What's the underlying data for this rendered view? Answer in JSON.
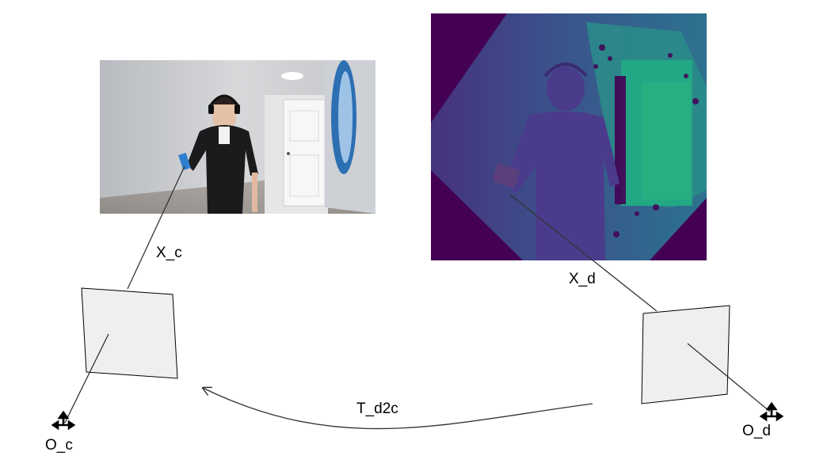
{
  "labels": {
    "ray_color_cam": "X_c",
    "ray_depth_cam": "X_d",
    "transform": "T_d2c",
    "origin_color": "O_c",
    "origin_depth": "O_d"
  },
  "images": {
    "rgb_frame": "rgb-photo-person-in-hallway",
    "depth_frame": "depth-map-viridis-colormap"
  },
  "colors": {
    "line": "#333333",
    "plane_fill": "#efefef",
    "plane_stroke": "#000000",
    "depth_bg": "#440154",
    "depth_mid": "#3b528b",
    "depth_near": "#2c6b8e",
    "depth_far": "#25b08b"
  }
}
